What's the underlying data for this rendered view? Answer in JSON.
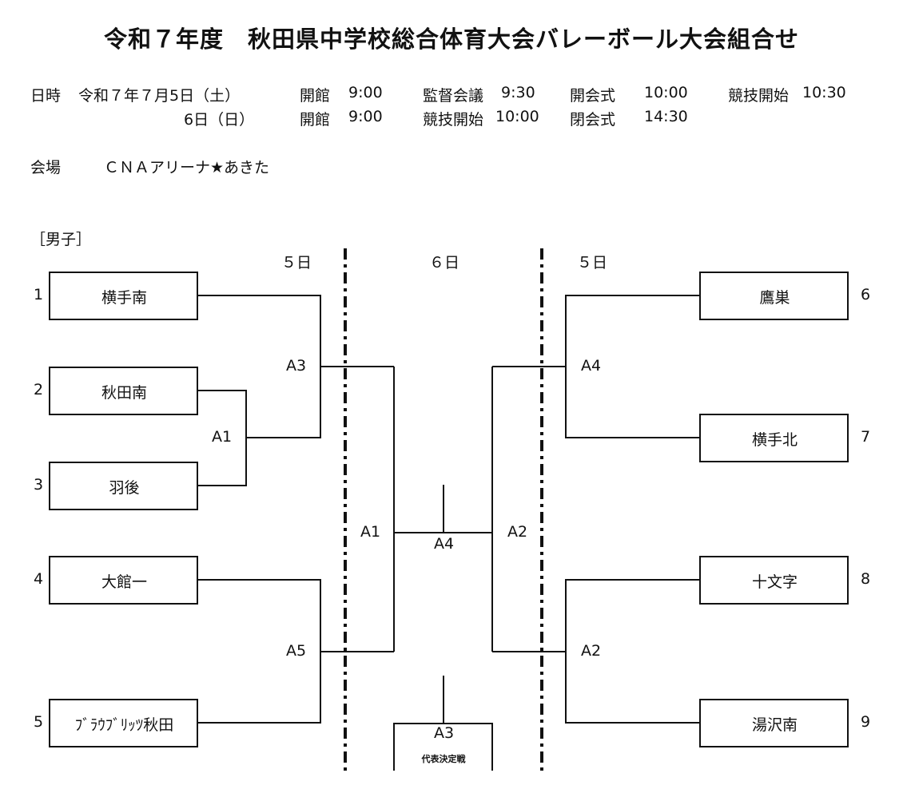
{
  "title": "令和７年度　秋田県中学校総合体育大会バレーボール大会組合せ",
  "schedule": {
    "label": "日時",
    "day1": {
      "date": "令和７年７月5日（土）",
      "items": [
        {
          "label": "開館",
          "time": "9:00"
        },
        {
          "label": "監督会議",
          "time": "9:30"
        },
        {
          "label": "開会式",
          "time": "10:00"
        },
        {
          "label": "競技開始",
          "time": "10:30"
        }
      ]
    },
    "day2": {
      "date": "6日（日）",
      "items": [
        {
          "label": "開館",
          "time": "9:00"
        },
        {
          "label": "競技開始",
          "time": "10:00"
        },
        {
          "label": "閉会式",
          "time": "14:30"
        }
      ]
    }
  },
  "venue": {
    "label": "会場",
    "name": "ＣＮＡアリーナ★あきた"
  },
  "bracket": {
    "division": "［男子］",
    "day_headers": [
      "５日",
      "６日",
      "５日"
    ],
    "left_teams": [
      {
        "seed": "1",
        "name": "横手南"
      },
      {
        "seed": "2",
        "name": "秋田南"
      },
      {
        "seed": "3",
        "name": "羽後"
      },
      {
        "seed": "4",
        "name": "大館一"
      },
      {
        "seed": "5",
        "name": "ﾌﾞﾗｳﾌﾞﾘｯﾂ秋田"
      }
    ],
    "right_teams": [
      {
        "seed": "6",
        "name": "鷹巣"
      },
      {
        "seed": "7",
        "name": "横手北"
      },
      {
        "seed": "8",
        "name": "十文字"
      },
      {
        "seed": "9",
        "name": "湯沢南"
      }
    ],
    "match_codes": {
      "left_a3": "A3",
      "left_a1": "A1",
      "left_a5": "A5",
      "center_a1": "A1",
      "center_a4": "A4",
      "center_a2": "A2",
      "right_a4": "A4",
      "right_a2": "A2",
      "center_a3": "A3"
    },
    "representative_match": "代表決定戦"
  }
}
